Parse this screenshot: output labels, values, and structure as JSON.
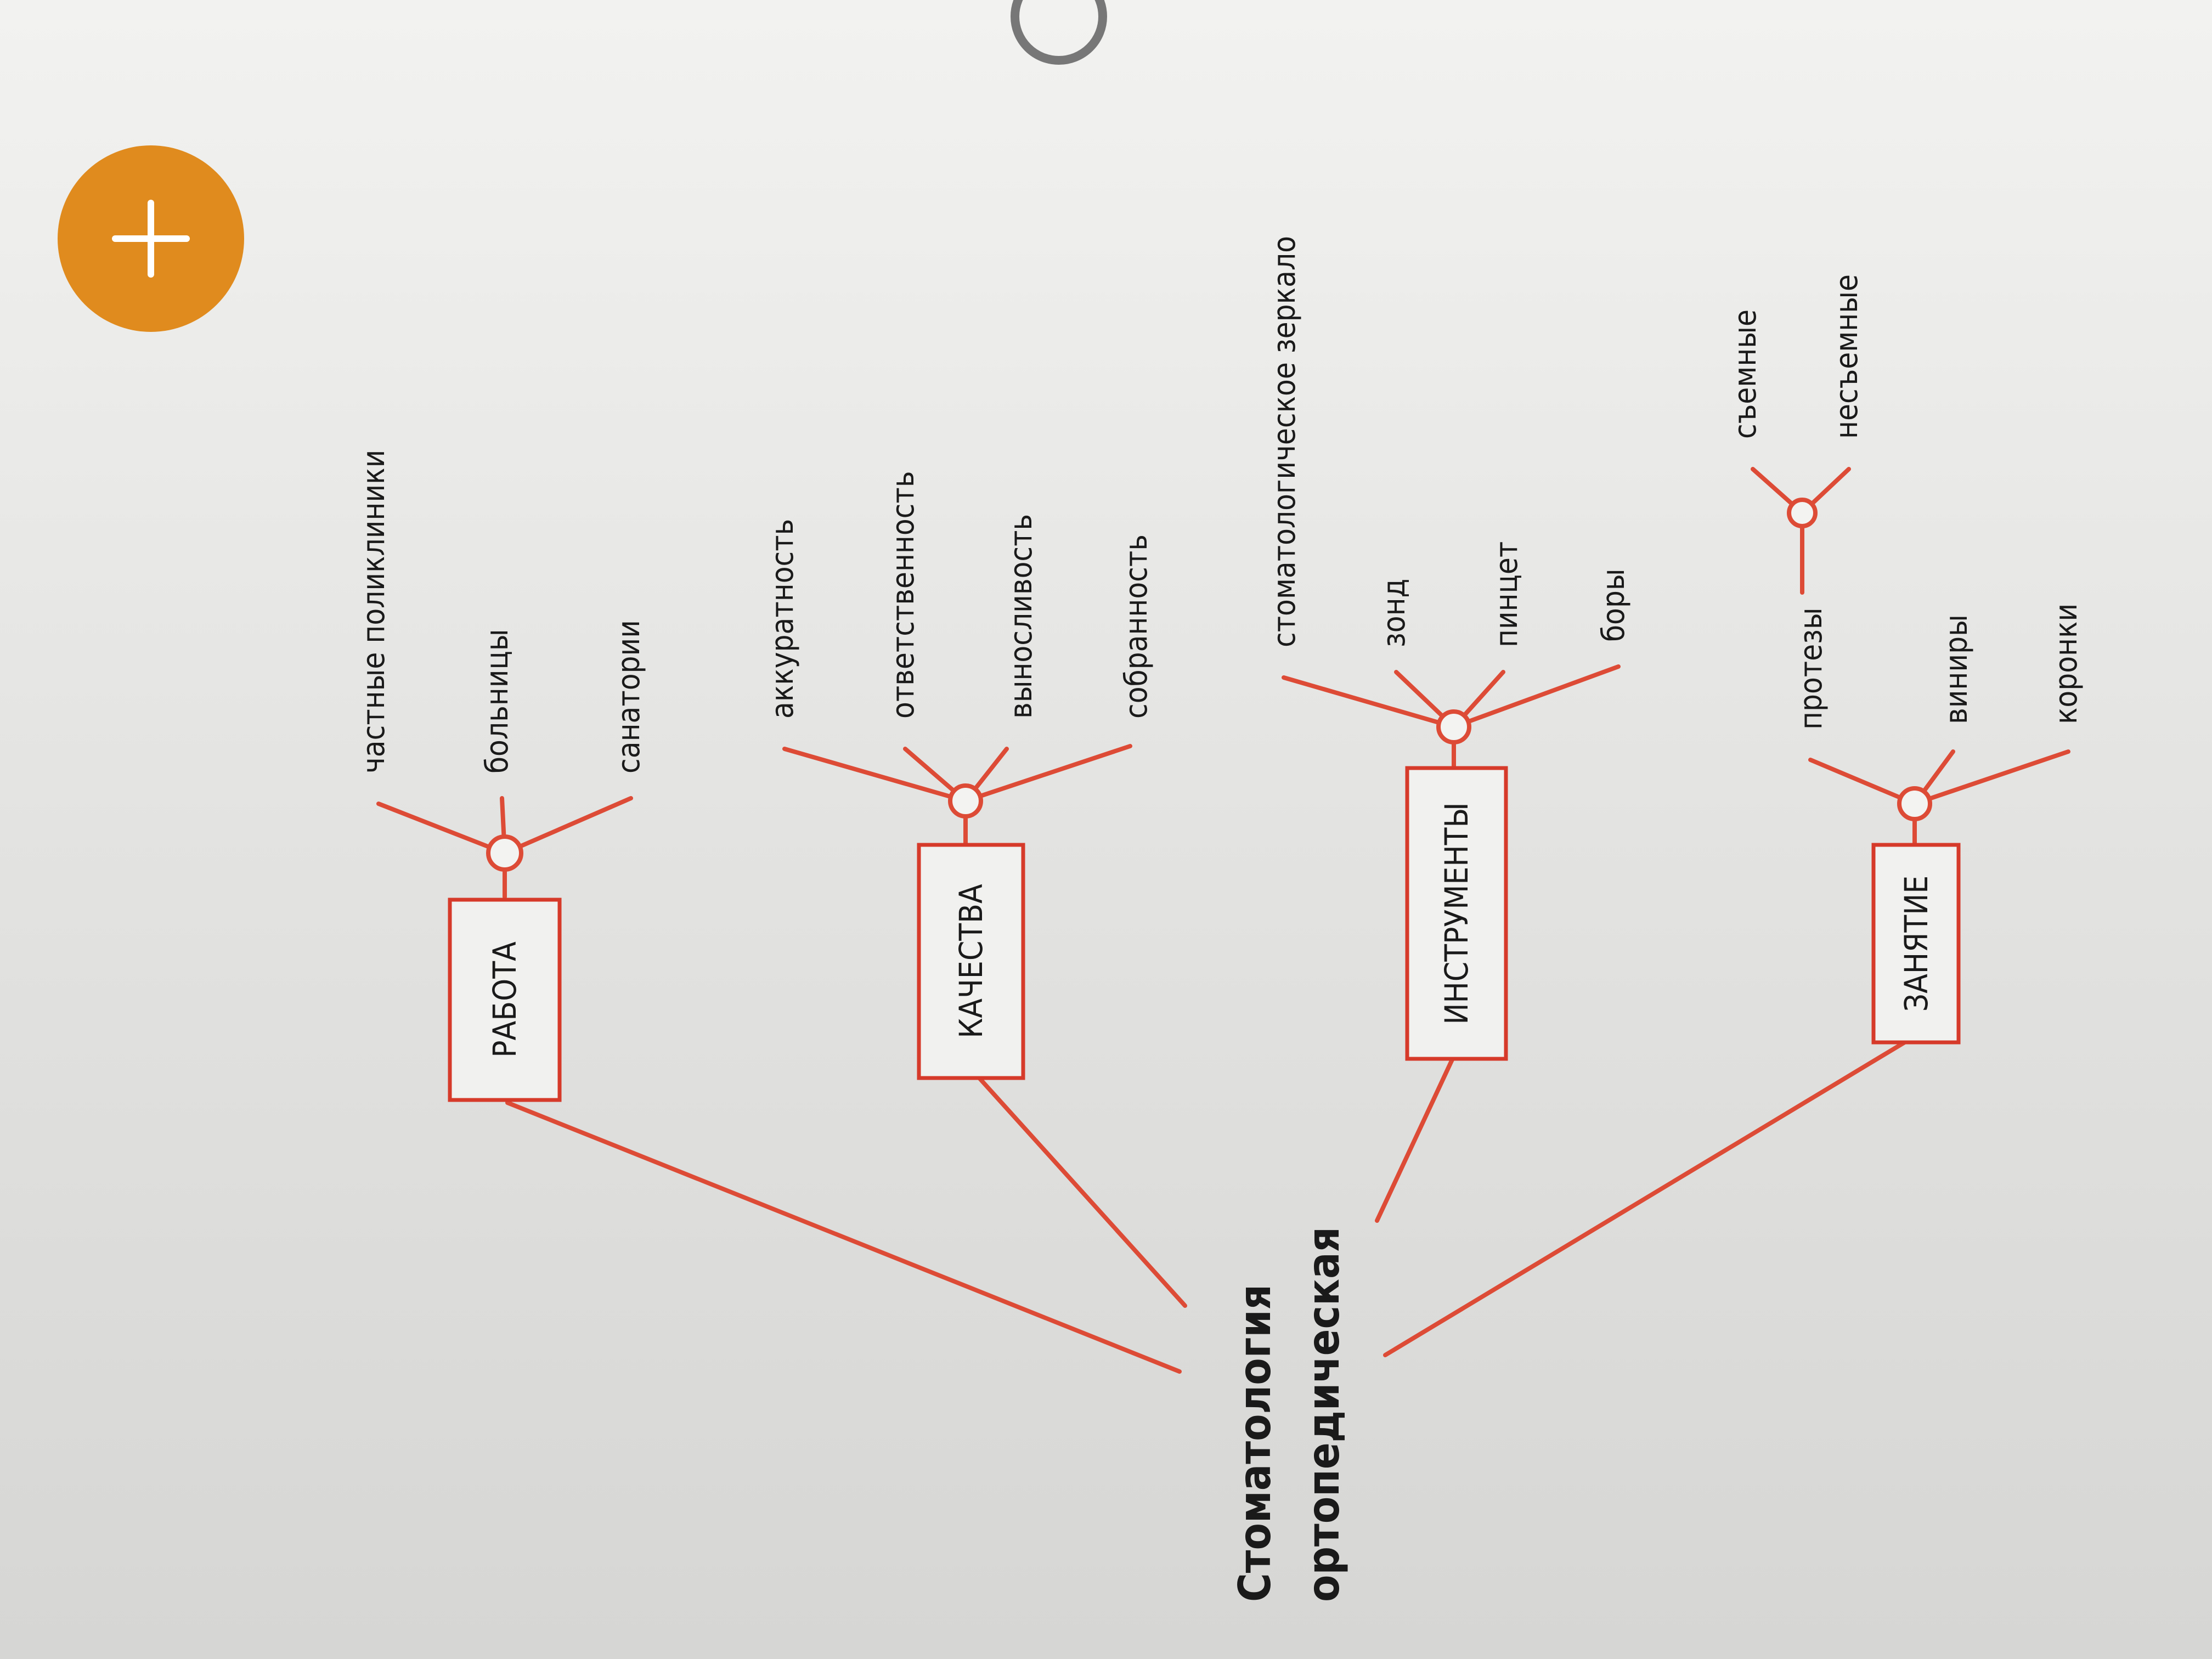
{
  "root": {
    "line1": "Стоматология",
    "line2": "ортопедическая"
  },
  "branches": [
    {
      "label": "РАБОТА",
      "leaves": [
        "частные поликлиники",
        "больницы",
        "санатории"
      ]
    },
    {
      "label": "КАЧЕСТВА",
      "leaves": [
        "аккуратность",
        "ответственность",
        "выносливость",
        "собранность"
      ]
    },
    {
      "label": "ИНСТРУМЕНТЫ",
      "leaves": [
        "стоматологическое зеркало",
        "зонд",
        "пинцет",
        "боры"
      ]
    },
    {
      "label": "ЗАНЯТИЕ",
      "leaves": [
        "протезы",
        "виниры",
        "коронки"
      ],
      "subleaves": [
        "съемные",
        "несъемные"
      ]
    }
  ],
  "colors": {
    "accent": "#dd4b36",
    "fab": "#e08b1e",
    "text": "#1a1a1a"
  },
  "icons": {
    "fab": "plus-icon"
  }
}
